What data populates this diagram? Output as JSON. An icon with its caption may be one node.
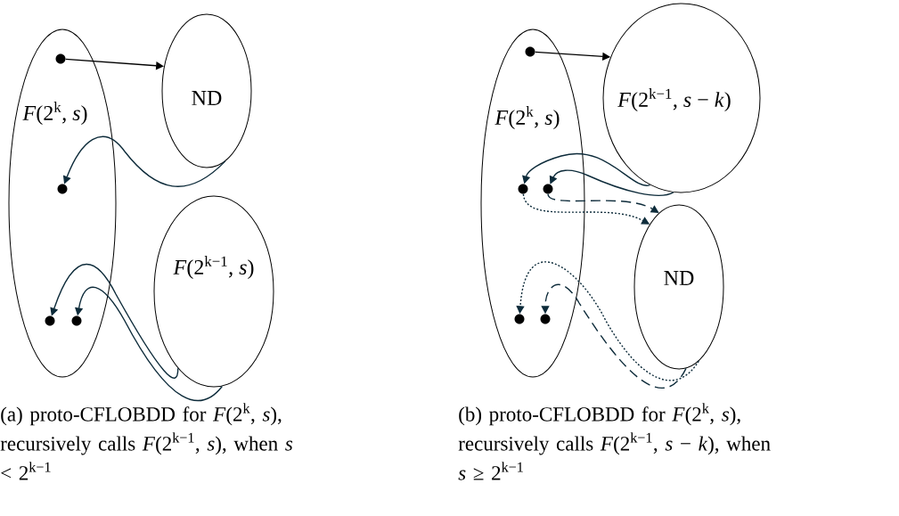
{
  "diagram": {
    "nodes": [
      {
        "text": [
          "*F*(2$^{k}$, *s*)"
        ]
      },
      {
        "text": [],
        "shape": "circle",
        "in": 0
      },
      {
        "text": [
          "ND"
        ]
      },
      {
        "text": [],
        "shape": "circle",
        "in": 0
      },
      {
        "text": [
          "*F*(2$^{k−1}$, *s*)"
        ]
      },
      {
        "text": [],
        "shape": "circle",
        "in": 0
      },
      {
        "text": [],
        "shape": "circle",
        "in": 0
      },
      {
        "text": [
          "*F*(2$^{k}$, *s*)"
        ]
      },
      {
        "text": [],
        "shape": "circle",
        "in": 7
      },
      {
        "text": [
          "*F*(2$^{k−1}$, *s* − *k*)"
        ]
      },
      {
        "text": [],
        "shape": "circle",
        "in": 7
      },
      {
        "text": [],
        "shape": "circle",
        "in": 7
      },
      {
        "text": [
          "ND"
        ]
      },
      {
        "text": [],
        "shape": "circle",
        "in": 7
      },
      {
        "text": [],
        "shape": "circle",
        "in": 7
      }
    ],
    "edges": [
      {
        "from": 1,
        "to": 2,
        "arrow": "to",
        "color": "#000000"
      },
      {
        "from": 2,
        "to": 3,
        "arrow": "to"
      },
      {
        "from": 4,
        "to": 5,
        "arrow": "to"
      },
      {
        "from": 4,
        "to": 6,
        "arrow": "to"
      },
      {
        "from": 8,
        "to": 9,
        "arrow": "to",
        "color": "#000000"
      },
      {
        "from": 9,
        "to": 10,
        "arrow": "to"
      },
      {
        "from": 9,
        "to": 11,
        "arrow": "to"
      },
      {
        "from": 10,
        "to": 12,
        "arrow": "to",
        "style": "dashed"
      },
      {
        "from": 11,
        "to": 12,
        "arrow": "to",
        "style": "dashed"
      },
      {
        "from": 12,
        "to": 13,
        "arrow": "to",
        "style": "dashed"
      },
      {
        "from": 12,
        "to": 14,
        "arrow": "to",
        "style": "dashed"
      }
    ],
    "labels": [
      "(a) proto-CFLOBDD for *F*(2$^{k}$, *s*), recursively calls *F*(2$^{k−1}$, *s*), when *s* < 2$^{k−1}$",
      "(b) proto-CFLOBDD for *F*(2$^{k}$, *s*), recursively calls *F*(2$^{k−1}$, *s* − *k*), when *s* ≥ 2$^{k−1}$"
    ]
  }
}
